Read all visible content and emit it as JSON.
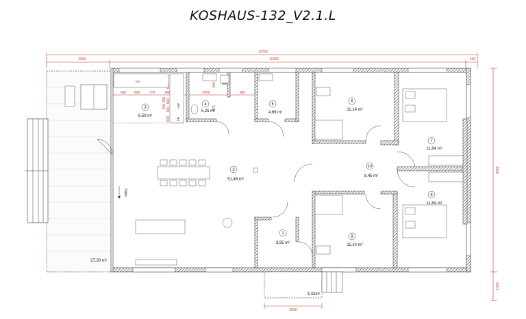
{
  "title": "KOSHAUS-132_V2.1.L",
  "colors": {
    "wall": "#4a4a4a",
    "dimension": "#c0392b",
    "outline": "#3b4cc0"
  },
  "dimensions": {
    "total_width": "10750",
    "inner_width": "10330",
    "terrace_width": "3000",
    "wall_right": "420",
    "kitchen_1": "600",
    "kitchen_2": "600",
    "kitchen_3": "770",
    "kitchen_4": "600",
    "kitchen_5": "600",
    "kitchen_v1": "600",
    "kitchen_v2": "600",
    "kitchen_v3": "600",
    "kitchen_v4": "600",
    "bath_w": "2050",
    "bath_h": "600",
    "bath_w2": "800",
    "bath_v": "871",
    "depth_total": "8385",
    "porch_depth": "1250",
    "porch_width": "2500",
    "k_small_1": "250",
    "k_small_2": "200"
  },
  "rooms": [
    {
      "number": "1",
      "area": "3,95 m²"
    },
    {
      "number": "2",
      "area": "51,46 m²"
    },
    {
      "number": "3",
      "area": "6,50 m²"
    },
    {
      "number": "4",
      "area": "5,25 m²"
    },
    {
      "number": "5",
      "area": "4,69 m²"
    },
    {
      "number": "6",
      "area": "11,14 m²"
    },
    {
      "number": "7",
      "area": "11,84 m²"
    },
    {
      "number": "8",
      "area": "11,84 m²"
    },
    {
      "number": "9",
      "area": "11,14 m²"
    },
    {
      "number": "10",
      "area": "8,45 m²"
    }
  ],
  "terrace_area": "27,30 m²",
  "porch_area": "3,33m²",
  "patio_label": "Patio",
  "appliances": {
    "dw": "DW",
    "fr": "FR",
    "wm": "WM",
    "ov": "OV"
  }
}
